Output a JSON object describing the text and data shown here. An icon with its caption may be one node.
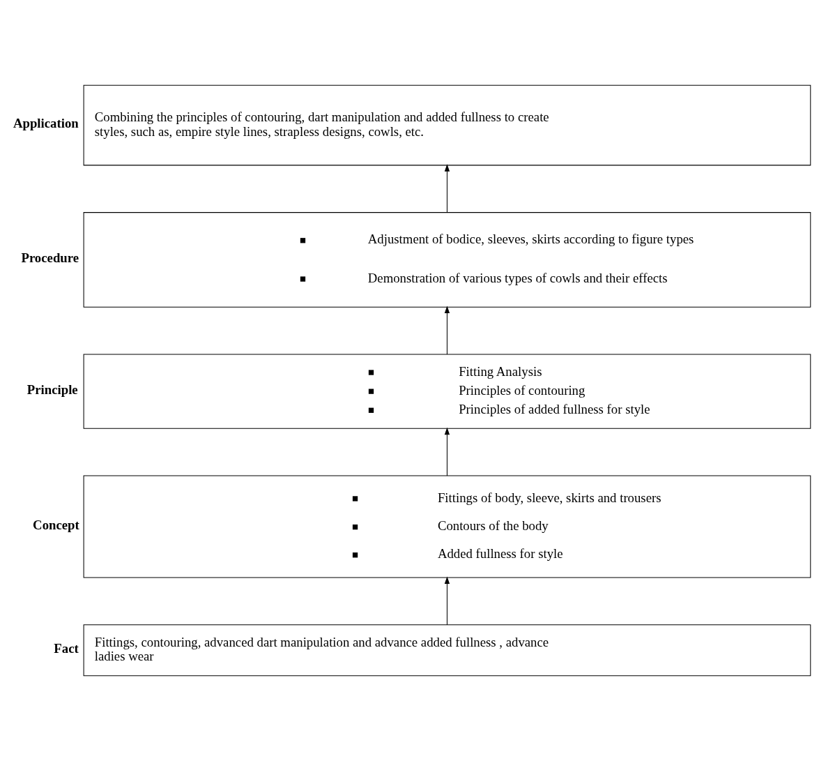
{
  "diagram": {
    "nodes": [
      {
        "text": [
          "Application",
          "Combining the principles of contouring, dart manipulation and added fullness to create styles, such as, empire style lines, strapless designs, cowls, etc."
        ]
      },
      {
        "text": [
          "Procedure",
          "Adjustment of bodice, sleeves, skirts according to figure types",
          "Demonstration of various types of cowls and their effects"
        ]
      },
      {
        "text": [
          "Principle",
          "Fitting Analysis",
          "Principles of contouring",
          "Principles of added fullness for style"
        ]
      },
      {
        "text": [
          "Concept",
          "Fittings of body, sleeve, skirts and trousers",
          "Contours of the body",
          "Added fullness for style"
        ]
      },
      {
        "text": [
          "Fact",
          "Fittings, contouring, advanced dart manipulation and advance added fullness , advance ladies wear"
        ]
      }
    ],
    "edges": [
      {
        "from": 4,
        "to": 3,
        "arrow": "to"
      },
      {
        "from": 3,
        "to": 2,
        "arrow": "to"
      },
      {
        "from": 2,
        "to": 1,
        "arrow": "to"
      },
      {
        "from": 1,
        "to": 0,
        "arrow": "to"
      }
    ]
  }
}
